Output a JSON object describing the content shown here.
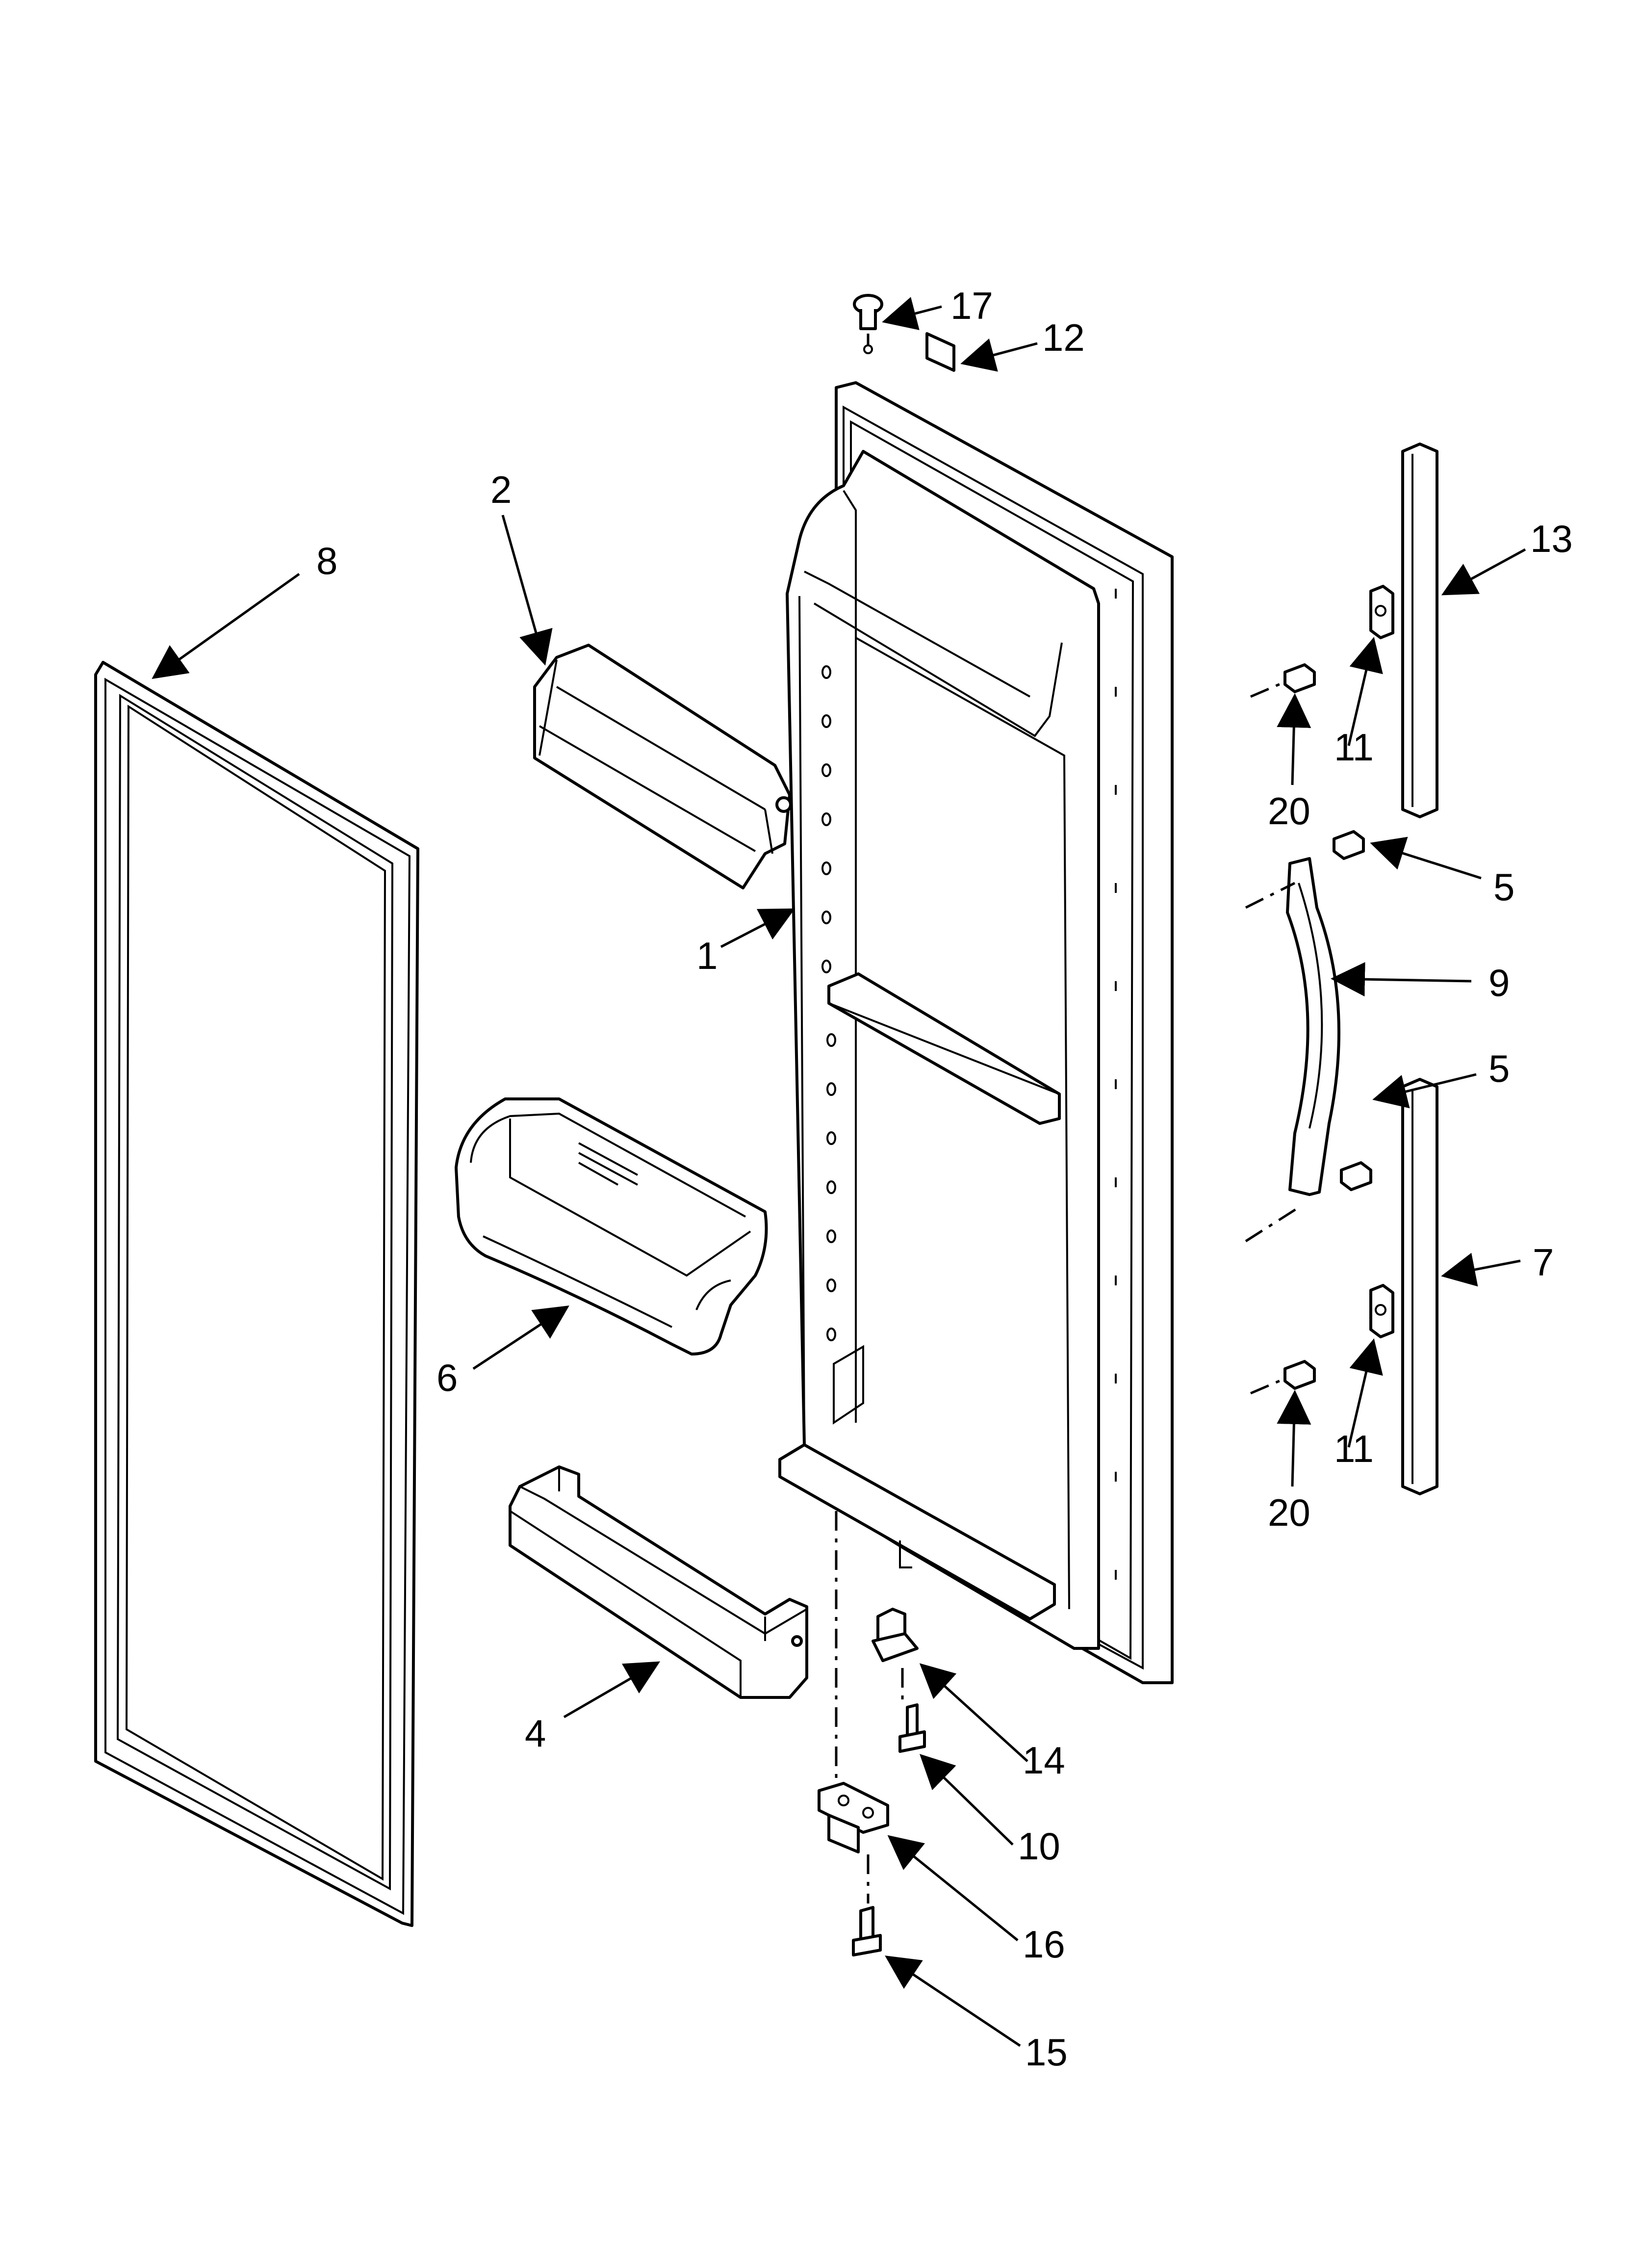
{
  "diagram": {
    "parts": [
      {
        "id": "door-liner",
        "callout": "1"
      },
      {
        "id": "dairy-door",
        "callout": "2"
      },
      {
        "id": "door-shelf",
        "callout": "4"
      },
      {
        "id": "handle-screw-top",
        "callout": "5"
      },
      {
        "id": "handle-screw-bottom",
        "callout": "5"
      },
      {
        "id": "door-bin",
        "callout": "6"
      },
      {
        "id": "lower-trim",
        "callout": "7"
      },
      {
        "id": "gasket",
        "callout": "8"
      },
      {
        "id": "handle",
        "callout": "9"
      },
      {
        "id": "hinge-pin-screw",
        "callout": "10"
      },
      {
        "id": "clip-top",
        "callout": "11"
      },
      {
        "id": "clip-bottom",
        "callout": "11"
      },
      {
        "id": "top-label",
        "callout": "12"
      },
      {
        "id": "upper-trim",
        "callout": "13"
      },
      {
        "id": "hinge-pin",
        "callout": "14"
      },
      {
        "id": "hinge-screw",
        "callout": "15"
      },
      {
        "id": "hinge",
        "callout": "16"
      },
      {
        "id": "door-stop-bushing",
        "callout": "17"
      },
      {
        "id": "trim-screw-top",
        "callout": "20"
      },
      {
        "id": "trim-screw-bottom",
        "callout": "20"
      }
    ]
  }
}
